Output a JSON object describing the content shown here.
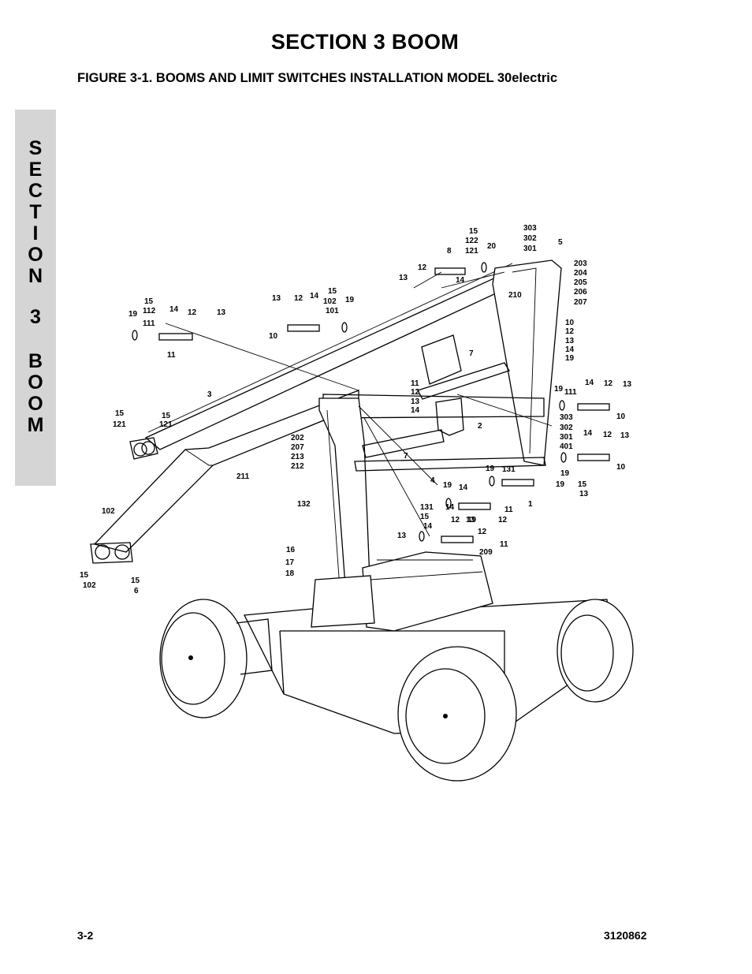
{
  "header": {
    "section_title": "SECTION 3  BOOM",
    "figure_title": "FIGURE 3-1.    BOOMS AND LIMIT SWITCHES INSTALLATION MODEL 30electric"
  },
  "side_tab": {
    "letters": [
      "S",
      "E",
      "C",
      "T",
      "I",
      "O",
      "N",
      "3",
      "B",
      "O",
      "O",
      "M"
    ]
  },
  "drawing": {
    "callouts": [
      "15",
      "122",
      "121",
      "8",
      "20",
      "303",
      "302",
      "301",
      "5",
      "12",
      "14",
      "13",
      "203",
      "204",
      "205",
      "206",
      "207",
      "210",
      "13",
      "12",
      "14",
      "15",
      "102",
      "101",
      "19",
      "10",
      "15",
      "19",
      "112",
      "111",
      "14",
      "12",
      "13",
      "11",
      "10",
      "12",
      "13",
      "14",
      "19",
      "7",
      "11",
      "12",
      "13",
      "14",
      "19",
      "111",
      "14",
      "12",
      "13",
      "10",
      "3",
      "2",
      "303",
      "302",
      "301",
      "401",
      "15",
      "121",
      "15",
      "121",
      "202",
      "207",
      "213",
      "212",
      "14",
      "12",
      "13",
      "19",
      "10",
      "7",
      "4",
      "19",
      "14",
      "19",
      "131",
      "15",
      "13",
      "19",
      "14",
      "12",
      "13",
      "11",
      "12",
      "1",
      "211",
      "132",
      "131",
      "15",
      "14",
      "12",
      "19",
      "13",
      "11",
      "209",
      "102",
      "15",
      "102",
      "15",
      "6",
      "16",
      "17",
      "18"
    ]
  },
  "footer": {
    "page_number": "3-2",
    "doc_number": "3120862"
  }
}
